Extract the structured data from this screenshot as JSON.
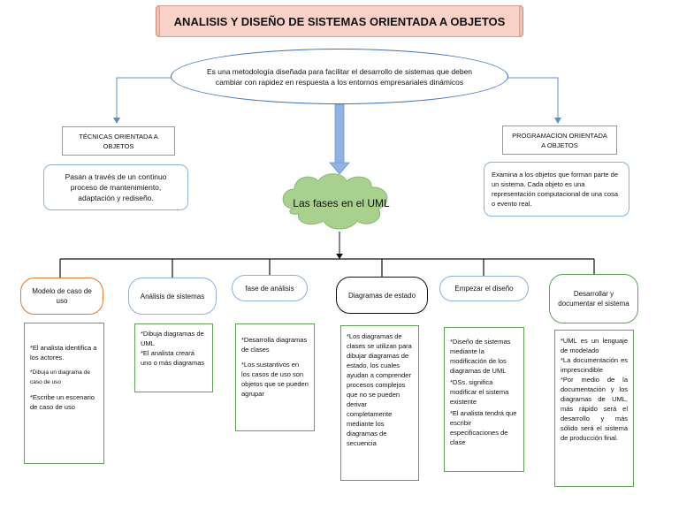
{
  "title": "ANALISIS Y DISEÑO DE SISTEMAS ORIENTADA A OBJETOS",
  "definition": "Es una metodología diseñada para facilitar el desarrollo de sistemas que deben cambiar con rapidez en respuesta a los entornos empresariales dinámicos",
  "left_branch": {
    "label": "TÉCNICAS ORIENTADA A OBJETOS",
    "description": "Pasan a través de un continuo proceso de mantenimiento, adaptación y rediseño."
  },
  "right_branch": {
    "label": "PROGRAMACION ORIENTADA A OBJETOS",
    "description": "Examina a los objetos que forman parte de un sistema. Cada objeto es una representación computacional de una cosa o evento real."
  },
  "center_node": "Las fases en el UML",
  "colors": {
    "title_bg": "#f9d2c7",
    "ellipse_border": "#3a72b8",
    "cloud_fill": "#a9d18e",
    "arrow_blue": "#8fb4e3",
    "detail_border": "#5ea354"
  },
  "phases": [
    {
      "label": "Modelo de caso de uso",
      "border": "#e07a2a",
      "details": [
        "*El analista identifica a los actores.",
        "*Dibuja un diagrama de caso de uso",
        "*Escribe un escenario de caso de uso"
      ]
    },
    {
      "label": "Análisis de sistemas",
      "border": "#8ab2da",
      "details": [
        "*Dibuja diagramas de UML",
        "*El analista creará uno o más diagramas"
      ]
    },
    {
      "label": "fase de análisis",
      "border": "#8ab2da",
      "details": [
        "*Desarrolla diagramas de clases",
        "*Los sustantivos en los casos de uso son objetos que se pueden agrupar"
      ]
    },
    {
      "label": "Diagramas de estado",
      "border": "#111111",
      "details": [
        "*Los diagramas de clases se utilizan para dibujar diagramas de estado, los cuales ayudan a comprender procesos complejos que no se pueden derivar completamente mediante los diagramas de secuencia"
      ]
    },
    {
      "label": "Empezar el diseño",
      "border": "#8ab2da",
      "details": [
        "*Diseño de sistemas mediante la modificación de los diagramas de UML",
        "*DSs. significa modificar el sistema existente",
        "*El analista tendrá que escribir especificaciones de clase"
      ]
    },
    {
      "label": "Desarrollar y documentar el sistema",
      "border": "#5ea354",
      "details": [
        "*UML es un lenguaje de modelado",
        "*La documentación es imprescindible",
        "*Por medio de la documentación y los diagramas de UML, más rápido será el desarrollo y más sólido será el sistema de producción final."
      ]
    }
  ]
}
